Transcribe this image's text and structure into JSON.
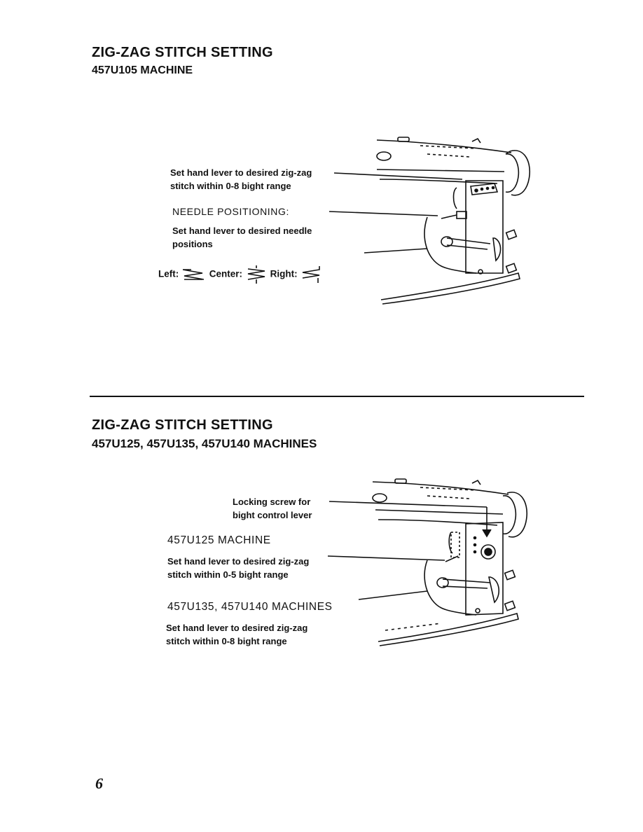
{
  "section1": {
    "title": "ZIG-ZAG STITCH SETTING",
    "subtitle": "457U105 MACHINE",
    "callout_bight_line1": "Set hand lever to desired zig-zag",
    "callout_bight_line2": "stitch within 0-8 bight range",
    "needle_heading": "NEEDLE POSITIONING:",
    "needle_line1": "Set hand lever to desired needle",
    "needle_line2": "positions",
    "pos_left": "Left:",
    "pos_center": "Center:",
    "pos_right": "Right:"
  },
  "section2": {
    "title": "ZIG-ZAG STITCH SETTING",
    "subtitle": "457U125, 457U135, 457U140 MACHINES",
    "locking_line1": "Locking screw for",
    "locking_line2": "bight control lever",
    "m125_heading": "457U125 MACHINE",
    "m125_line1": "Set hand lever to desired zig-zag",
    "m125_line2": "stitch within 0-5 bight range",
    "m135_heading": "457U135, 457U140 MACHINES",
    "m135_line1": "Set hand lever to desired zig-zag",
    "m135_line2": "stitch within 0-8 bight range"
  },
  "page_number": "6"
}
